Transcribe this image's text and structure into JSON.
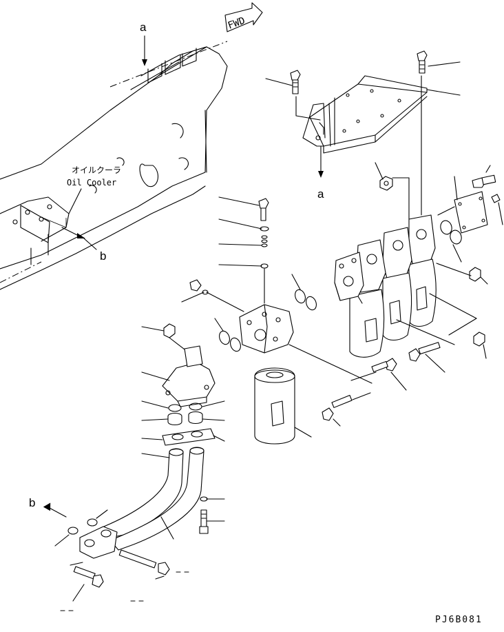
{
  "labels": {
    "fwd": "FWD",
    "ref_a_top": "a",
    "ref_a_bracket": "a",
    "ref_b_cooler": "b",
    "ref_b_pipe": "b",
    "oil_cooler_jp": "オイルクーラ",
    "oil_cooler_en": "Oil Cooler",
    "figure_code": "PJ6B081"
  },
  "colors": {
    "ink": "#000000",
    "paper": "#ffffff"
  }
}
